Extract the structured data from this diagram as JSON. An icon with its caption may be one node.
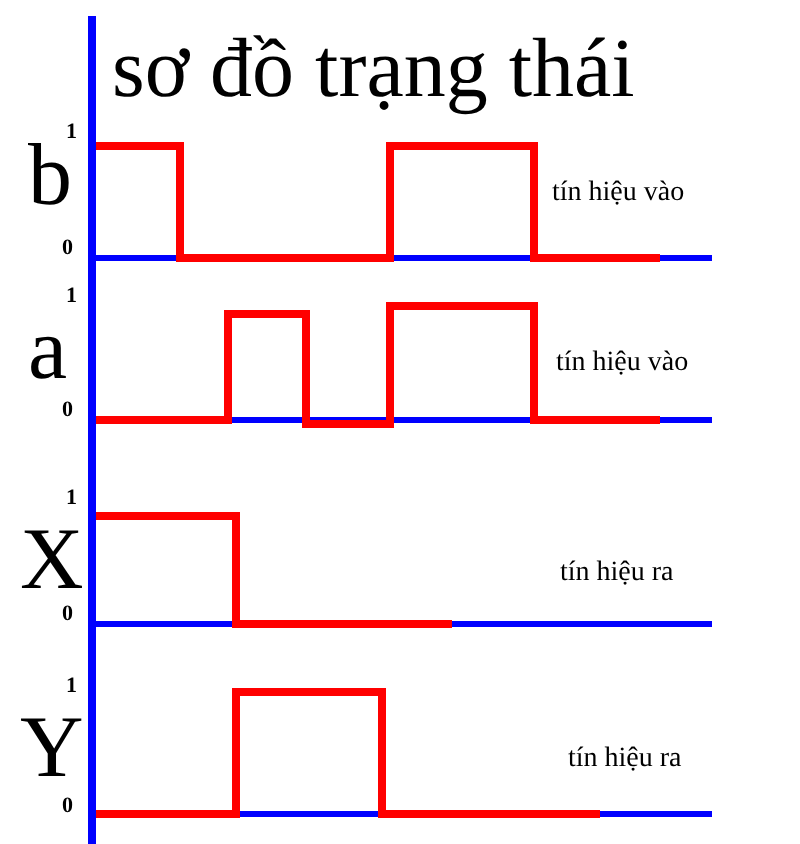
{
  "diagram": {
    "title": "sơ đồ trạng thái",
    "labels": [
      "1",
      "b",
      "tín hiệu vào",
      "0",
      "1",
      "a",
      "tín hiệu vào",
      "0",
      "1",
      "X",
      "tín hiệu ra",
      "0",
      "1",
      "Y",
      "tín hiệu ra",
      "0"
    ]
  }
}
